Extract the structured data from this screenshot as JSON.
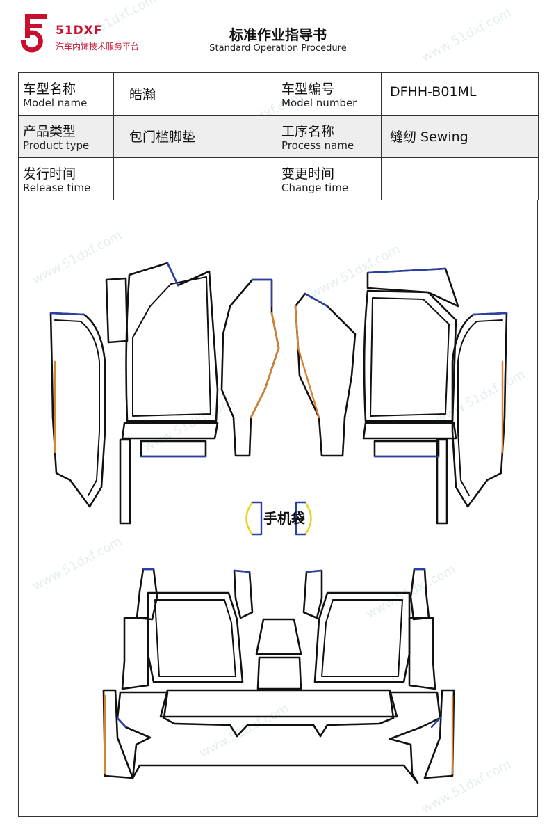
{
  "brand": {
    "name": "51DXF",
    "tagline": "汽车内饰技术服务平台",
    "watermark": "www.51dxf.com",
    "color": "#c8102e"
  },
  "document": {
    "title": "标准作业指导书",
    "subtitle": "Standard Operation Procedure"
  },
  "info": {
    "model_name": {
      "label_cn": "车型名称",
      "label_en": "Model name",
      "value": "皓瀚"
    },
    "model_number": {
      "label_cn": "车型编号",
      "label_en": "Model number",
      "value": "DFHH-B01ML"
    },
    "product_type": {
      "label_cn": "产品类型",
      "label_en": "Product type",
      "value": "包门槛脚垫"
    },
    "process_name": {
      "label_cn": "工序名称",
      "label_en": "Process name",
      "value": "缝纫 Sewing"
    },
    "release_time": {
      "label_cn": "发行时间",
      "label_en": "Release time",
      "value": ""
    },
    "change_time": {
      "label_cn": "变更时间",
      "label_en": "Change time",
      "value": ""
    }
  },
  "diagram": {
    "phone_pocket_label": "手机袋",
    "colors": {
      "outline": "#111111",
      "blue_edge": "#2a3fa8",
      "orange_edge": "#d9822b",
      "yellow_edge": "#e8d21a"
    }
  }
}
